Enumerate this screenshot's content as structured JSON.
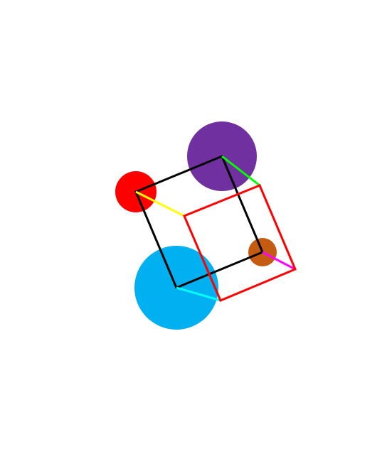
{
  "diagram": {
    "background": "#ffffff",
    "circles": [
      {
        "id": "purple",
        "color": "#7030a0"
      },
      {
        "id": "red",
        "color": "#ff0000"
      },
      {
        "id": "cyan",
        "color": "#00b0f0"
      },
      {
        "id": "brown",
        "color": "#c55a11"
      }
    ],
    "square_back": {
      "color": "#000000"
    },
    "square_front": {
      "color": "#ff0000"
    },
    "connectors": [
      {
        "id": "green",
        "color": "#00ff00"
      },
      {
        "id": "yellow",
        "color": "#ffff00"
      },
      {
        "id": "cyan",
        "color": "#00ffff"
      },
      {
        "id": "magenta",
        "color": "#ff00ff"
      }
    ]
  }
}
